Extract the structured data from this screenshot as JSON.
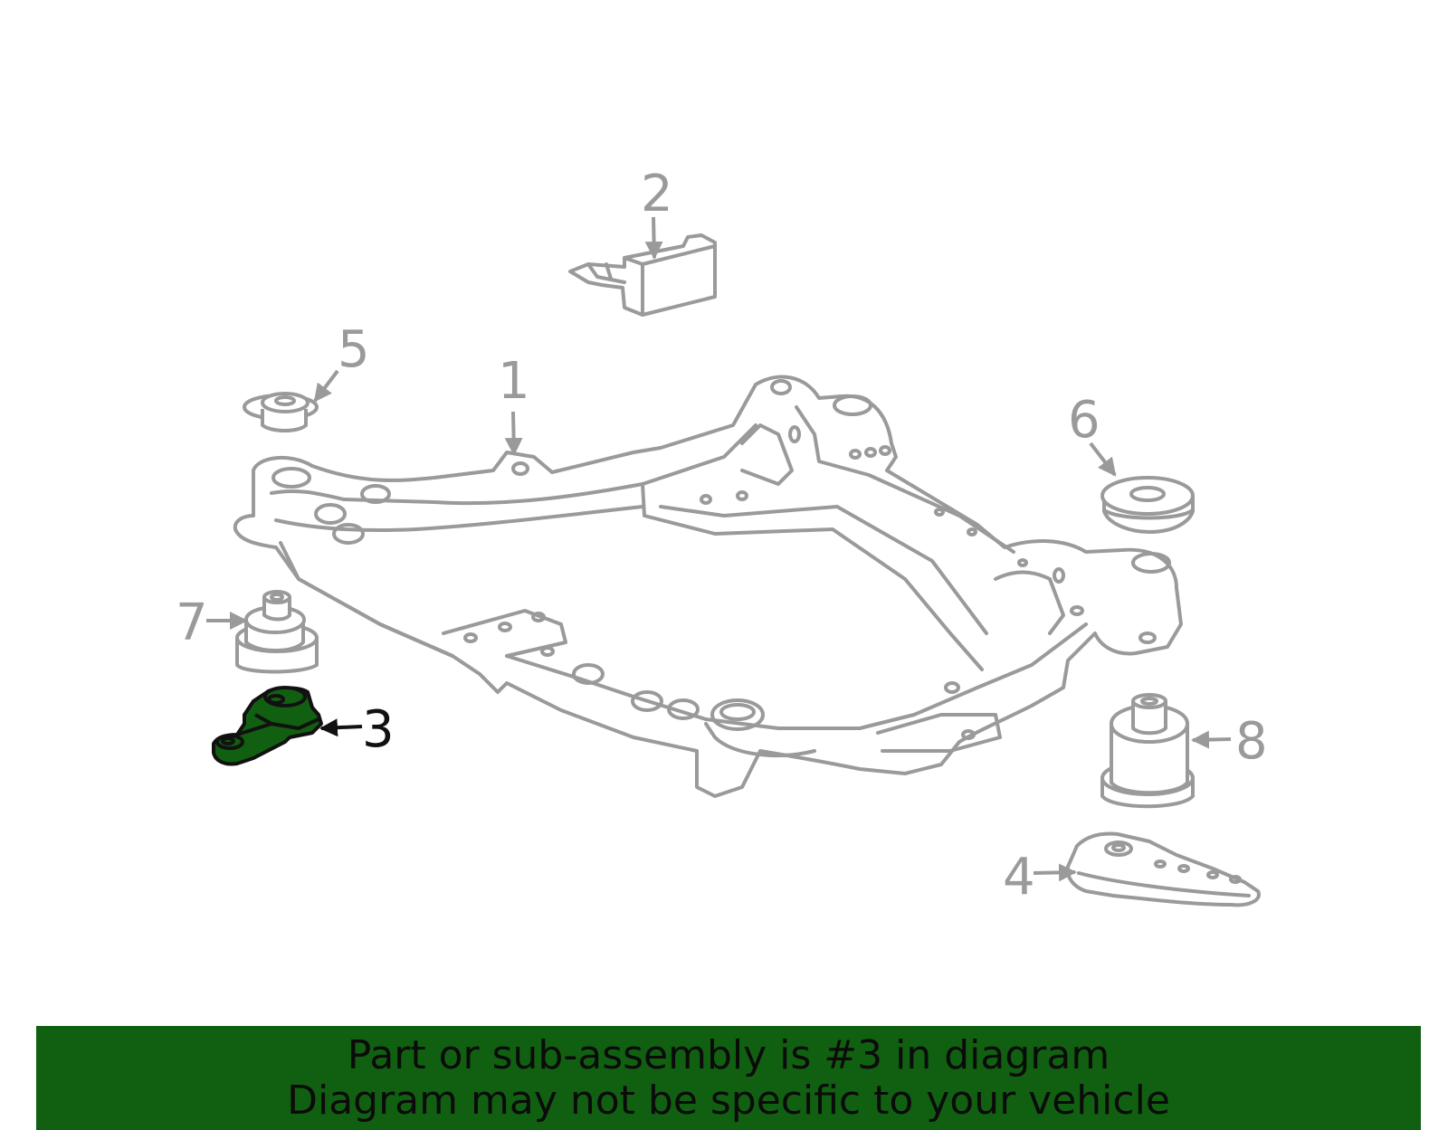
{
  "diagram": {
    "highlight_color": "#116011",
    "line_color": "#9a9a9a",
    "callouts": [
      {
        "id": "1",
        "label": "1",
        "highlighted": false
      },
      {
        "id": "2",
        "label": "2",
        "highlighted": false
      },
      {
        "id": "3",
        "label": "3",
        "highlighted": true
      },
      {
        "id": "4",
        "label": "4",
        "highlighted": false
      },
      {
        "id": "5",
        "label": "5",
        "highlighted": false
      },
      {
        "id": "6",
        "label": "6",
        "highlighted": false
      },
      {
        "id": "7",
        "label": "7",
        "highlighted": false
      },
      {
        "id": "8",
        "label": "8",
        "highlighted": false
      }
    ]
  },
  "banner": {
    "background": "#116011",
    "line1": "Part or sub-assembly is #3 in diagram",
    "line2": "Diagram may not be specific to your vehicle"
  }
}
